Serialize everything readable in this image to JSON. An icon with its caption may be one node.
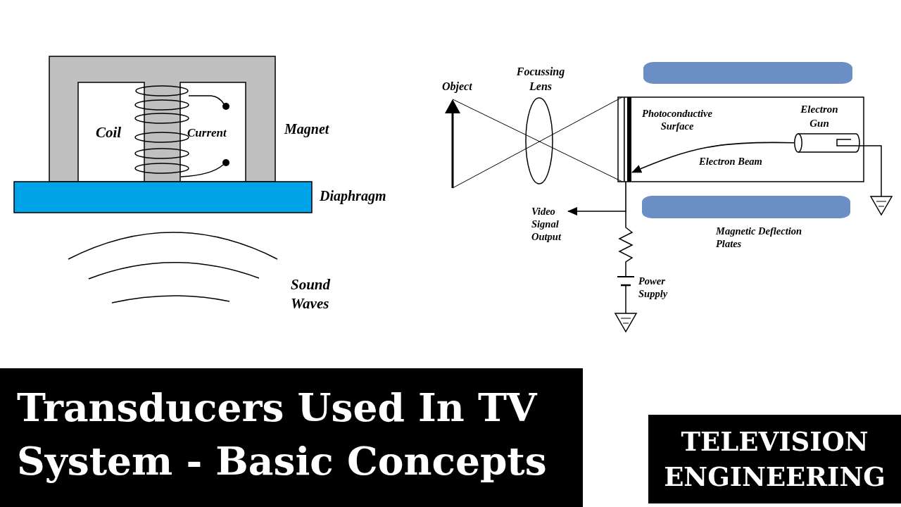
{
  "diagram": {
    "title": "Transducers Used In TV System - Basic Concepts",
    "nodes": [
      {
        "text": [],
        "shape": "arrow"
      },
      {
        "text": [],
        "shape": "bar"
      },
      {
        "text": [
          "Electron Gun"
        ]
      },
      {
        "text": [
          "Video Signal Output"
        ]
      },
      {
        "text": [
          "TELEVISION ENGINEERING"
        ]
      }
    ],
    "edges": [
      {
        "from": 0,
        "to": 1,
        "arrow": "none"
      },
      {
        "from": 0,
        "to": 1,
        "arrow": "none"
      },
      {
        "from": 2,
        "to": 1,
        "arrow": "to",
        "label": "Electron Beam"
      },
      {
        "from": 1,
        "to": 3,
        "arrow": "to"
      }
    ],
    "labels": [
      "Coil",
      "Current",
      "Magnet",
      "Diaphragm",
      "Sound Waves",
      "Object",
      "Focussing Lens",
      "Photoconductive Surface",
      "Magnetic Deflection Plates",
      "Power Supply"
    ]
  }
}
